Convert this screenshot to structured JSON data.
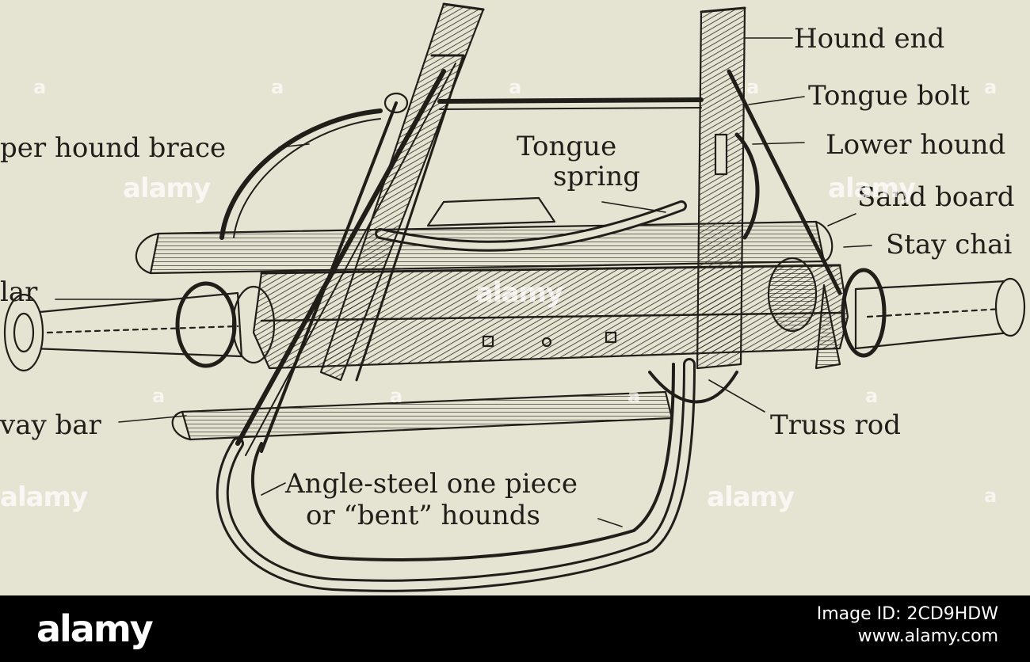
{
  "labels": {
    "hound_end": "Hound end",
    "tongue_bolt": "Tongue bolt",
    "upper_hound_brace": "per hound brace",
    "tongue_spring_1": "Tongue",
    "tongue_spring_2": "spring",
    "lower_hound": "Lower hound",
    "sand_board": "Sand board",
    "stay_chain": "Stay chai",
    "collar": "lar",
    "sway_bar": "vay bar",
    "truss_rod": "Truss rod",
    "bent_hounds_1": "Angle-steel one piece",
    "bent_hounds_2": "or “bent” hounds"
  },
  "watermark": {
    "text": "alamy",
    "letter": "a"
  },
  "footer": {
    "logo": "alamy",
    "image_id": "Image ID: 2CD9HDW",
    "site": "www.alamy.com"
  },
  "colors": {
    "paper": "#e5e3d2",
    "ink": "#1f1e19",
    "footer_bg": "#000000"
  }
}
